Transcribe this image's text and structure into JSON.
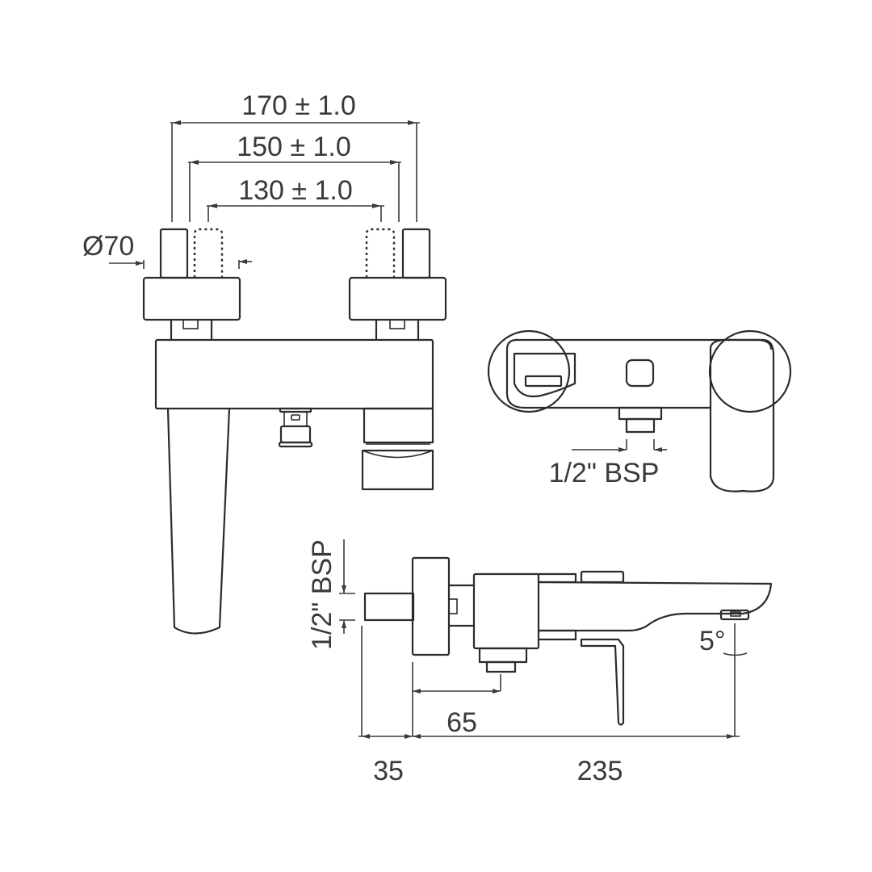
{
  "diagram": {
    "title": "Wall-mounted bath mixer dimension drawing",
    "line_color": "#2b2b2b",
    "text_color": "#3a3a3a",
    "views": {
      "front": {
        "dimensions": {
          "outer_width": "170 ± 1.0",
          "middle_width": "150 ± 1.0",
          "inner_width": "130 ± 1.0",
          "flange_diameter": "Ø70"
        }
      },
      "top": {
        "dimensions": {
          "outlet_thread": "1/2\" BSP"
        }
      },
      "side": {
        "dimensions": {
          "inlet_thread": "1/2\" BSP",
          "outlet_offset": "65",
          "wall_depth": "35",
          "spout_reach": "235",
          "spout_angle": "5°"
        }
      }
    }
  }
}
